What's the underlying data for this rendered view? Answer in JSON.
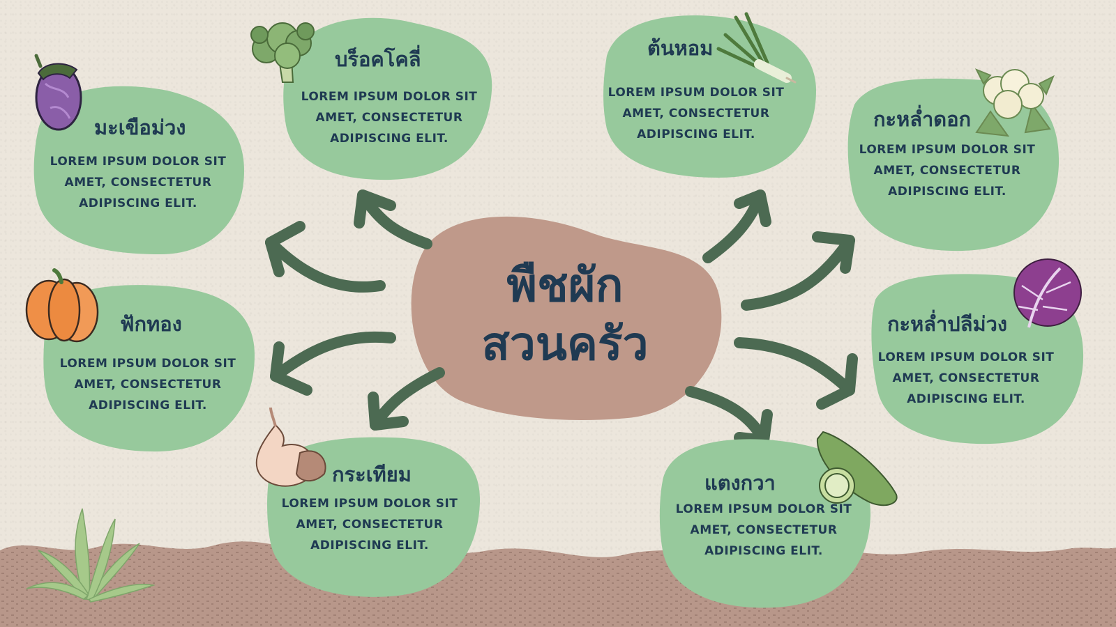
{
  "center": {
    "line1": "พืชผัก",
    "line2": "สวนครัว"
  },
  "body_text": {
    "line1": "LOREM IPSUM DOLOR SIT",
    "line2": "AMET, CONSECTETUR",
    "line3": "ADIPISCING ELIT."
  },
  "nodes": [
    {
      "id": "eggplant",
      "title": "มะเขือม่วง",
      "icon": "eggplant-icon"
    },
    {
      "id": "broccoli",
      "title": "บร็อคโคลี่",
      "icon": "broccoli-icon"
    },
    {
      "id": "pumpkin",
      "title": "ฟักทอง",
      "icon": "pumpkin-icon"
    },
    {
      "id": "garlic",
      "title": "กระเทียม",
      "icon": "garlic-icon"
    },
    {
      "id": "spring-onion",
      "title": "ต้นหอม",
      "icon": "spring-onion-icon"
    },
    {
      "id": "cauliflower",
      "title": "กะหล่ำดอก",
      "icon": "cauliflower-icon"
    },
    {
      "id": "red-cabbage",
      "title": "กะหล่ำปลีม่วง",
      "icon": "red-cabbage-icon"
    },
    {
      "id": "cucumber",
      "title": "แตงกวา",
      "icon": "cucumber-icon"
    }
  ],
  "colors": {
    "blob": "#97c99c",
    "center": "#bf998a",
    "arrow": "#4c6a52",
    "text": "#1f3a52",
    "soil": "#b8978a"
  }
}
